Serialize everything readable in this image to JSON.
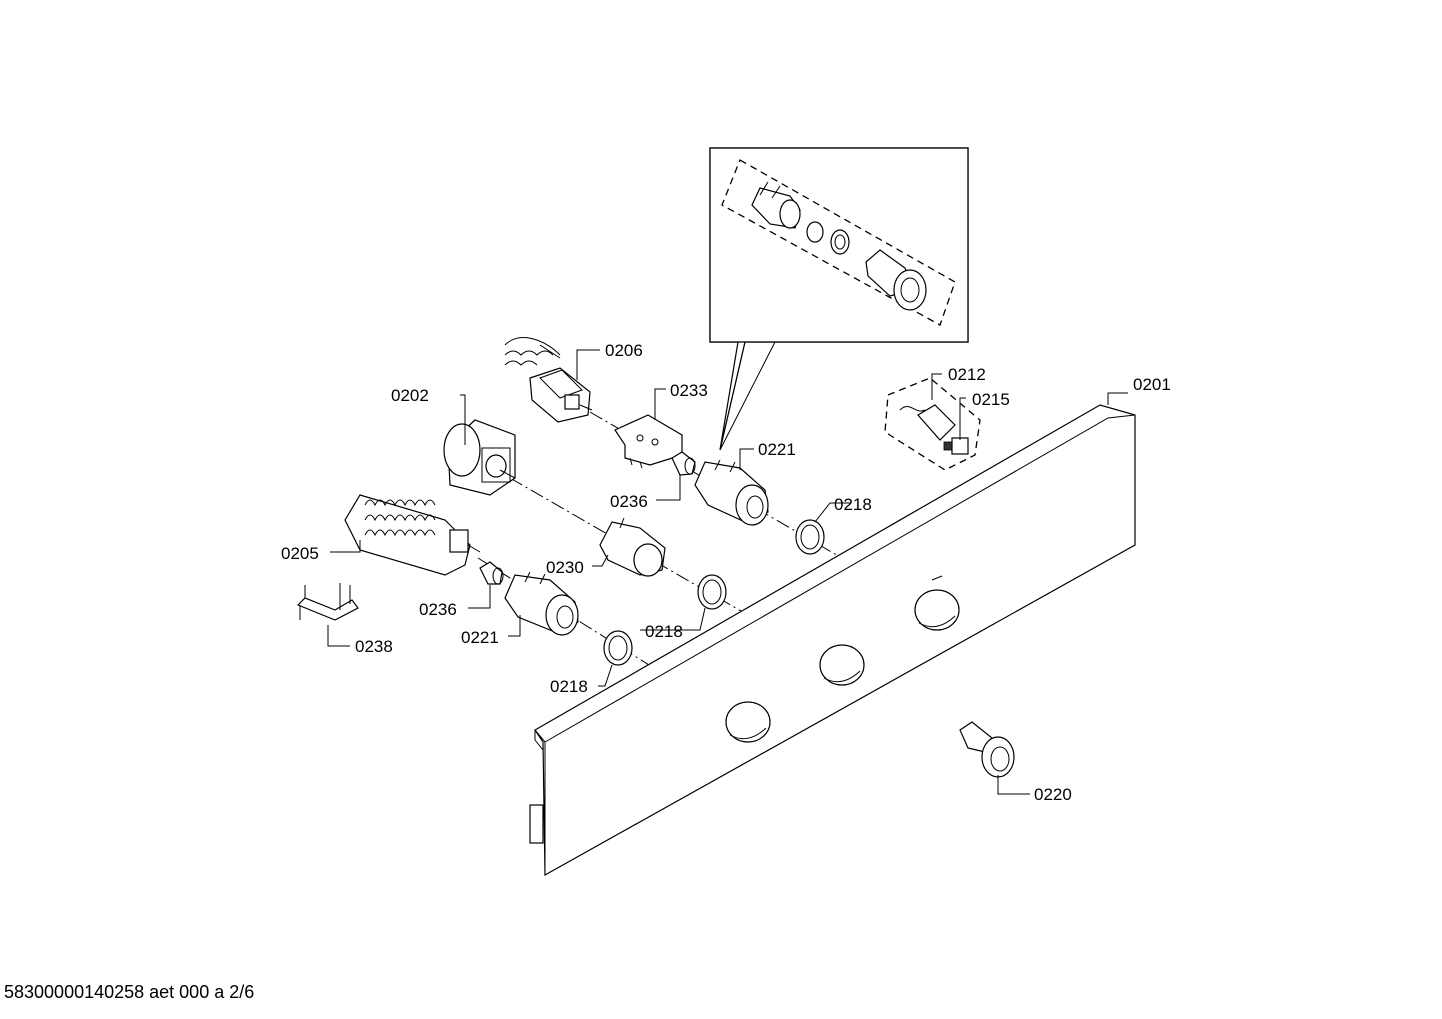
{
  "document": {
    "id": "58300000140258 aet 000 a 2/6"
  },
  "labels": {
    "p0201": "0201",
    "p0202": "0202",
    "p0205": "0205",
    "p0206": "0206",
    "p0212": "0212",
    "p0215": "0215",
    "p0218a": "0218",
    "p0218b": "0218",
    "p0218c": "0218",
    "p0220": "0220",
    "p0221a": "0221",
    "p0221b": "0221",
    "p0230": "0230",
    "p0233": "0233",
    "p0236a": "0236",
    "p0236b": "0236",
    "p0238": "0238"
  }
}
